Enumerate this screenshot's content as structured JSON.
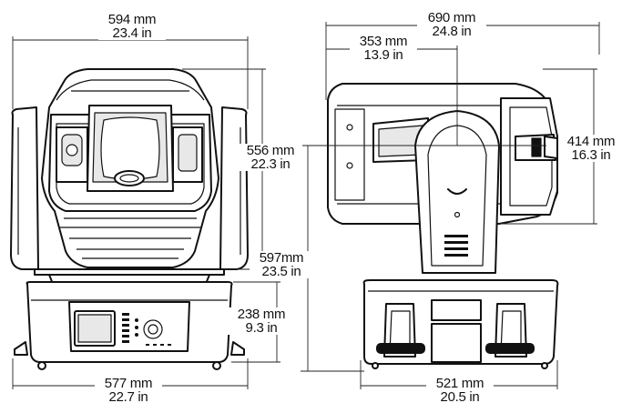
{
  "dimensions": {
    "front_width": {
      "mm": "594 mm",
      "in": "23.4 in"
    },
    "front_head_height": {
      "mm": "556 mm",
      "in": "22.3 in"
    },
    "base_height": {
      "mm": "238 mm",
      "in": "9.3 in"
    },
    "total_height": {
      "mm": "597mm",
      "in": "23.5 in"
    },
    "front_base_width": {
      "mm": "577 mm",
      "in": "22.7 in"
    },
    "side_total_width": {
      "mm": "690 mm",
      "in": "24.8 in"
    },
    "side_half_width": {
      "mm": "353 mm",
      "in": "13.9 in"
    },
    "side_head_height": {
      "mm": "414 mm",
      "in": "16.3 in"
    },
    "side_base_width": {
      "mm": "521 mm",
      "in": "20.5 in"
    }
  },
  "views": {
    "front": "front-view-drawing",
    "side": "side-view-drawing"
  }
}
